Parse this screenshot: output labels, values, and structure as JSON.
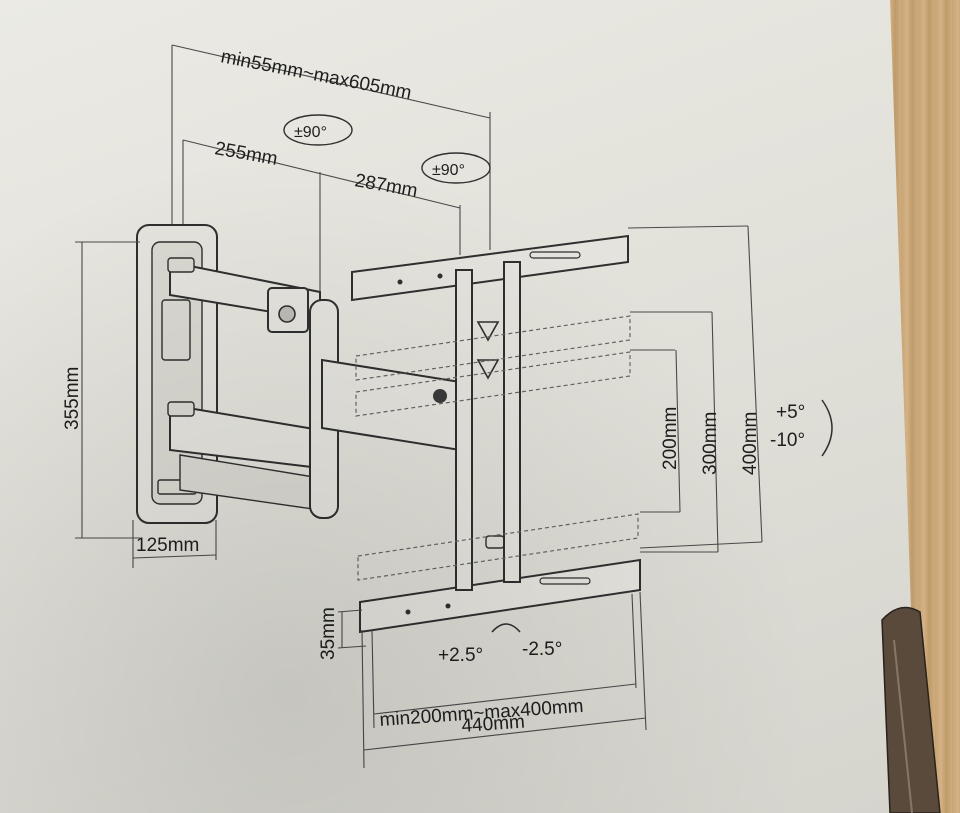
{
  "dimensions": {
    "arm_extension": "min55mm~max605mm",
    "swivel_left": "±90°",
    "swivel_right": "±90°",
    "arm_segment_1": "255mm",
    "arm_segment_2": "287mm",
    "wall_plate_height": "355mm",
    "wall_plate_width": "125mm",
    "vesa_200": "200mm",
    "vesa_300": "300mm",
    "vesa_400": "400mm",
    "tilt_up": "+5°",
    "tilt_down": "-10°",
    "rail_thickness": "35mm",
    "level_plus": "+2.5°",
    "level_minus": "-2.5°",
    "vesa_range": "min200mm~max400mm",
    "bracket_width": "440mm"
  },
  "colors": {
    "line": "#2f2f2f",
    "panel": "#e4e3dd",
    "background_wood": "#c8a473"
  }
}
